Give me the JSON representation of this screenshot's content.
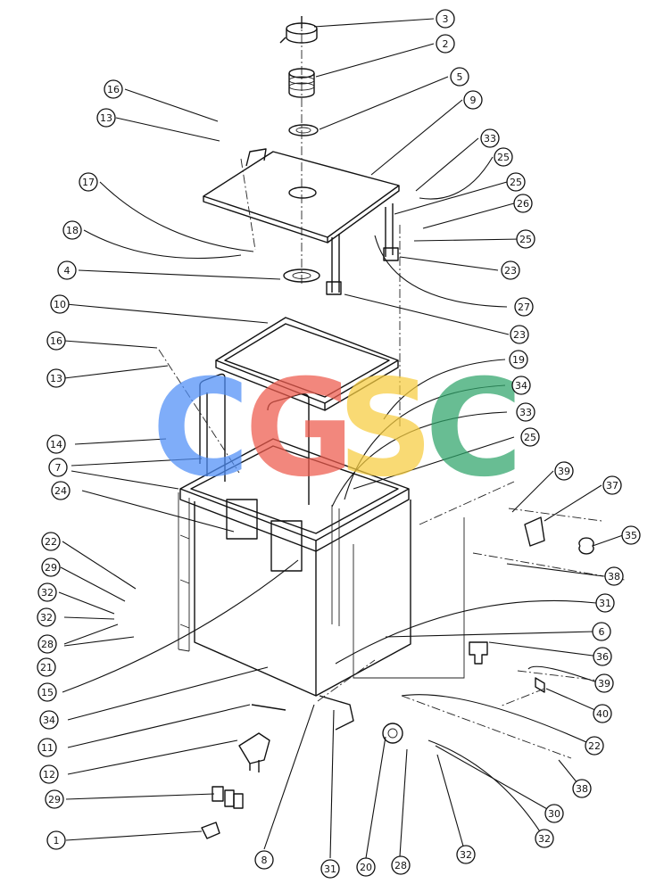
{
  "logo": {
    "letters": [
      "C",
      "G",
      "S",
      "C"
    ],
    "colors": [
      "#4f8ef7",
      "#ee5a4c",
      "#f7cd3f",
      "#2fa56a"
    ]
  },
  "callouts": [
    "3",
    "2",
    "5",
    "9",
    "16",
    "13",
    "33",
    "25",
    "25",
    "26",
    "25",
    "17",
    "18",
    "23",
    "4",
    "27",
    "23",
    "10",
    "16",
    "19",
    "13",
    "34",
    "33",
    "14",
    "25",
    "7",
    "24",
    "39",
    "37",
    "35",
    "22",
    "38",
    "29",
    "31",
    "32",
    "32",
    "6",
    "28",
    "36",
    "21",
    "39",
    "15",
    "40",
    "34",
    "22",
    "11",
    "12",
    "38",
    "29",
    "30",
    "32",
    "1",
    "8",
    "31",
    "20",
    "28",
    "32"
  ]
}
